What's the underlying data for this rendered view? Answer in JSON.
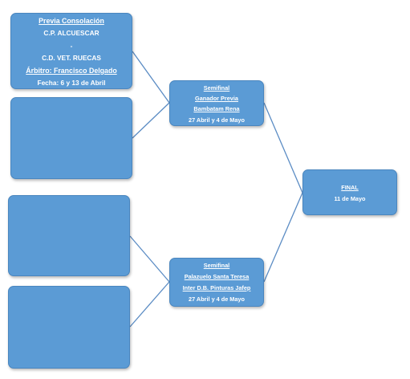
{
  "bracket": {
    "qualifier": {
      "title": "Previa Consolación",
      "team1": "C.P. ALCUESCAR",
      "separator": "-",
      "team2": "C.D. VET. RUECAS",
      "referee": "Árbitro: Francisco Delgado",
      "dates": "Fecha: 6 y 13 de Abril"
    },
    "semifinal1": {
      "title": "Semifinal",
      "team1": "Ganador  Previa",
      "team2": "Bambatam Rena",
      "dates": "27 Abril y 4 de Mayo"
    },
    "semifinal2": {
      "title": "Semifinal",
      "team1": "Palazuelo Santa Teresa",
      "team2": "Inter D.B. Pinturas Jafep",
      "dates": "27 Abril y 4 de Mayo"
    },
    "final": {
      "title": "FINAL",
      "date": "11 de Mayo"
    }
  },
  "colors": {
    "box_fill": "#5b9bd5",
    "connector": "#5b8cc4",
    "text": "#ffffff"
  }
}
